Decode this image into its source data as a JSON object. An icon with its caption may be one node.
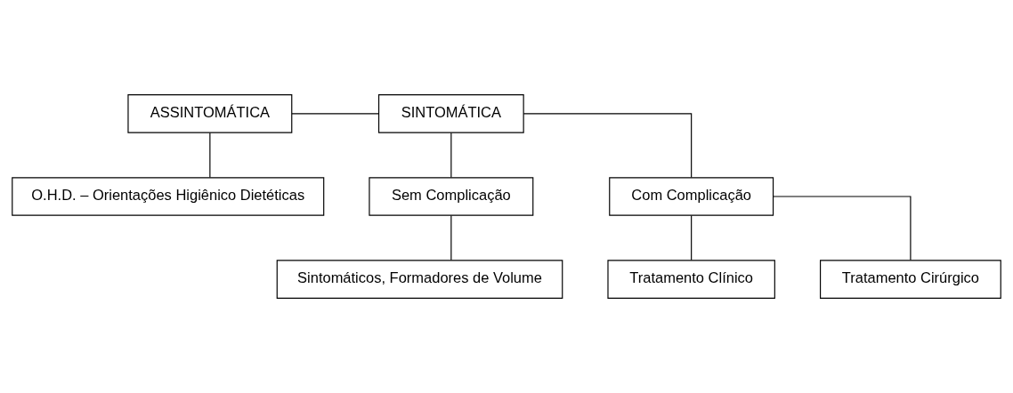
{
  "diagram": {
    "nodes": [
      {
        "text": [
          "ASSINTOMÁTICA"
        ]
      },
      {
        "text": [
          "SINTOMÁTICA"
        ]
      },
      {
        "text": [
          "O.H.D. – Orientações Higiênico Dietéticas"
        ]
      },
      {
        "text": [
          "Sem Complicação"
        ]
      },
      {
        "text": [
          "Com Complicação"
        ]
      },
      {
        "text": [
          "Sintomáticos, Formadores de Volume"
        ]
      },
      {
        "text": [
          "Tratamento Clínico"
        ]
      },
      {
        "text": [
          "Tratamento Cirúrgico"
        ]
      }
    ],
    "edges": [
      {
        "from": 0,
        "to": 1,
        "arrow": "none"
      },
      {
        "from": 0,
        "to": 2,
        "arrow": "none"
      },
      {
        "from": 1,
        "to": 3,
        "arrow": "none"
      },
      {
        "from": 1,
        "to": 4,
        "arrow": "none"
      },
      {
        "from": 3,
        "to": 5,
        "arrow": "none"
      },
      {
        "from": 4,
        "to": 6,
        "arrow": "none"
      },
      {
        "from": 4,
        "to": 7,
        "arrow": "none"
      }
    ]
  }
}
